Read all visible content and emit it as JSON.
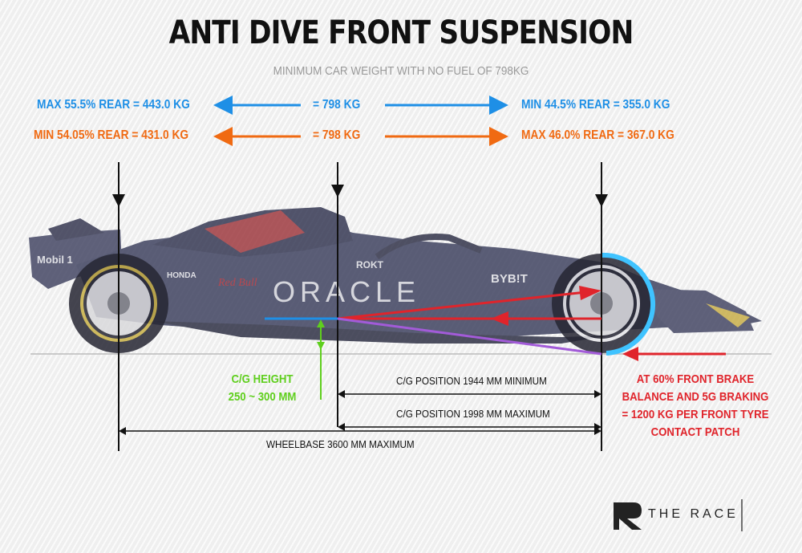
{
  "title": "ANTI DIVE FRONT SUSPENSION",
  "subtitle": "MINIMUM CAR WEIGHT WITH NO FUEL OF 798KG",
  "colors": {
    "blue": "#1e8fe6",
    "orange": "#f06a12",
    "red": "#e0242b",
    "green": "#5fcf1d",
    "purple": "#a25bd8",
    "car_navy": "#2e3150"
  },
  "weights": {
    "blue_left": "MAX 55.5% REAR = 443.0 KG",
    "blue_center": "= 798 KG",
    "blue_right": "MIN 44.5%  REAR = 355.0 KG",
    "orange_left": "MIN 54.05% REAR = 431.0 KG",
    "orange_center": "= 798 KG",
    "orange_right": "MAX 46.0% REAR = 367.0 KG"
  },
  "cg_height": {
    "line1": "C/G HEIGHT",
    "line2": "250 ~ 300 MM"
  },
  "dimensions": {
    "cg_min": "C/G POSITION 1944 MM MINIMUM",
    "cg_max": "C/G POSITION 1998 MM MAXIMUM",
    "wheelbase": "WHEELBASE 3600 MM MAXIMUM"
  },
  "braking_note": {
    "line1": "AT 60% FRONT BRAKE",
    "line2": "BALANCE AND 5G BRAKING",
    "line3": "= 1200 KG PER FRONT TYRE",
    "line4": "CONTACT PATCH"
  },
  "car_livery": {
    "sponsor_1": "ORACLE",
    "sponsor_2": "BYB!T",
    "sponsor_3": "ROKT",
    "sponsor_4": "Mobil 1",
    "sponsor_5": "Red Bull",
    "sponsor_6": "HONDA"
  },
  "brand": {
    "logo": "R",
    "name": "THE RACE"
  }
}
